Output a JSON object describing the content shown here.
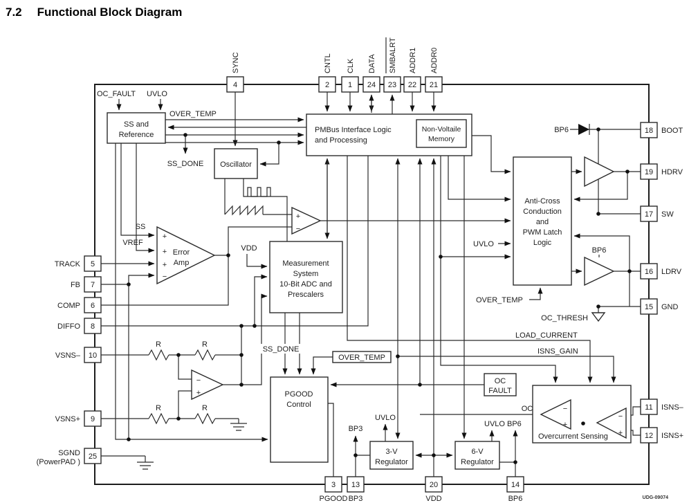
{
  "heading": {
    "number": "7.2",
    "title": "Functional Block Diagram"
  },
  "watermark": "UDG-09074",
  "pins": {
    "top": [
      {
        "num": "4",
        "label": "SYNC"
      },
      {
        "num": "2",
        "label": "CNTL"
      },
      {
        "num": "1",
        "label": "CLK"
      },
      {
        "num": "24",
        "label": "DATA"
      },
      {
        "num": "23",
        "label": "SMBALRT"
      },
      {
        "num": "22",
        "label": "ADDR1"
      },
      {
        "num": "21",
        "label": "ADDR0"
      }
    ],
    "left": [
      {
        "num": "5",
        "label": "TRACK"
      },
      {
        "num": "7",
        "label": "FB"
      },
      {
        "num": "6",
        "label": "COMP"
      },
      {
        "num": "8",
        "label": "DIFFO"
      },
      {
        "num": "10",
        "label": "VSNS–"
      },
      {
        "num": "9",
        "label": "VSNS+"
      },
      {
        "num": "25",
        "label": "SGND",
        "label2": "(PowerPAD )"
      }
    ],
    "right": [
      {
        "num": "18",
        "label": "BOOT"
      },
      {
        "num": "19",
        "label": "HDRV"
      },
      {
        "num": "17",
        "label": "SW"
      },
      {
        "num": "16",
        "label": "LDRV"
      },
      {
        "num": "15",
        "label": "GND"
      },
      {
        "num": "11",
        "label": "ISNS–"
      },
      {
        "num": "12",
        "label": "ISNS+"
      }
    ],
    "bottom": [
      {
        "num": "3",
        "label": "PGOOD"
      },
      {
        "num": "13",
        "label": "BP3"
      },
      {
        "num": "20",
        "label": "VDD"
      },
      {
        "num": "14",
        "label": "BP6"
      }
    ]
  },
  "blocks": {
    "ss_ref": [
      "SS and",
      "Reference"
    ],
    "pmbus": [
      "PMBus Interface Logic",
      "and Processing"
    ],
    "nvm": [
      "Non-Voltaile",
      "Memory"
    ],
    "oscillator": [
      "Oscillator"
    ],
    "measurement": [
      "Measurement",
      "System",
      "10-Bit ADC and",
      "Prescalers"
    ],
    "anticross": [
      "Anti-Cross",
      "Conduction",
      "and",
      "PWM Latch",
      "Logic"
    ],
    "pgood": [
      "PGOOD",
      "Control"
    ],
    "oc_fault": [
      "OC",
      "FAULT"
    ],
    "overcurrent": [
      "Overcurrent Sensing"
    ],
    "reg3": [
      "3-V",
      "Regulator"
    ],
    "reg6": [
      "6-V",
      "Regulator"
    ],
    "error_amp": [
      "Error",
      "Amp"
    ]
  },
  "signals": {
    "oc_fault": "OC_FAULT",
    "uvlo": "UVLO",
    "over_temp": "OVER_TEMP",
    "ss_done": "SS_DONE",
    "ss": "SS",
    "vref": "VREF",
    "vdd": "VDD",
    "bp6": "BP6",
    "bp3": "BP3",
    "oc": "OC",
    "oc_thresh": "OC_THRESH",
    "load_current": "LOAD_CURRENT",
    "isns_gain": "ISNS_GAIN",
    "uvlo_bp6": "UVLO BP6",
    "r": "R",
    "plus": "+",
    "minus": "−"
  }
}
